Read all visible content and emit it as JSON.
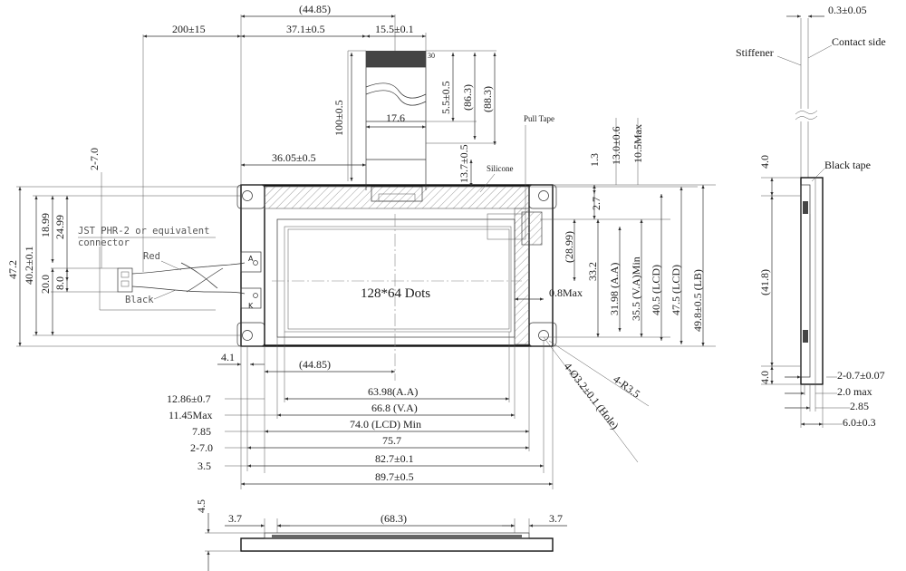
{
  "title_dots": "128*64 Dots",
  "connector": {
    "line1": "JST PHR-2 or equivalent",
    "line2": "connector",
    "red": "Red",
    "black": "Black",
    "pin_a": "A",
    "pin_k": "K"
  },
  "labels": {
    "pull_tape": "Pull Tape",
    "silicone": "Silicone",
    "stiffener": "Stiffener",
    "contact_side": "Contact side",
    "black_tape": "Black tape"
  },
  "fpc_pin": "30",
  "dims": {
    "top_44_85": "(44.85)",
    "d200": "200±15",
    "d37_1": "37.1±0.5",
    "d15_5": "15.5±0.1",
    "d100": "100±0.5",
    "d5_5": "5.5±0.5",
    "d86_3": "(86.3)",
    "d88_3": "(88.3)",
    "d17_6": "17.6",
    "d2_7_top": "2-7.0",
    "d36_05": "36.05±0.5",
    "d13_7": "13.7±0.5",
    "d1_3": "1.3",
    "d13_0": "13.0±0.6",
    "d10_5": "10.5Max",
    "d2_7_mid": "2.7",
    "d28_99": "(28.99)",
    "d33_2": "33.2",
    "d31_98": "31.98 (A.A)",
    "d35_5": "35.5 (V.A)Min",
    "d40_5": "40.5 (LCD)",
    "d47_5": "47.5 (LCD)",
    "d49_8": "49.8±0.5 (LB)",
    "d0_8": "0.8Max",
    "d47_2": "47.2",
    "d40_2": "40.2±0.1",
    "d18_99": "18.99",
    "d24_99": "24.99",
    "d20_0": "20.0",
    "d8_0": "8.0",
    "d4_1": "4.1",
    "bottom_44_85": "(44.85)",
    "d12_86": "12.86±0.7",
    "d11_45": "11.45Max",
    "d7_85": "7.85",
    "d2_7_bot": "2-7.0",
    "d3_5": "3.5",
    "d63_98": "63.98(A.A)",
    "d66_8": "66.8 (V.A)",
    "d74_0": "74.0 (LCD) Min",
    "d75_7": "75.7",
    "d82_7": "82.7±0.1",
    "d89_7": "89.7±0.5",
    "hole": "4-Ø3.2±0.1 (Hole)",
    "radius": "4-R3.5",
    "d4_5": "4.5",
    "d3_7_left": "3.7",
    "d68_3": "(68.3)",
    "d3_7_right": "3.7",
    "d0_3": "0.3±0.05",
    "d4_0_top": "4.0",
    "d41_8": "(41.8)",
    "d4_0_bot": "4.0",
    "d2_0_7": "2-0.7±0.07",
    "d2_0max": "2.0 max",
    "d2_85": "2.85",
    "d6_0": "6.0±0.3"
  }
}
